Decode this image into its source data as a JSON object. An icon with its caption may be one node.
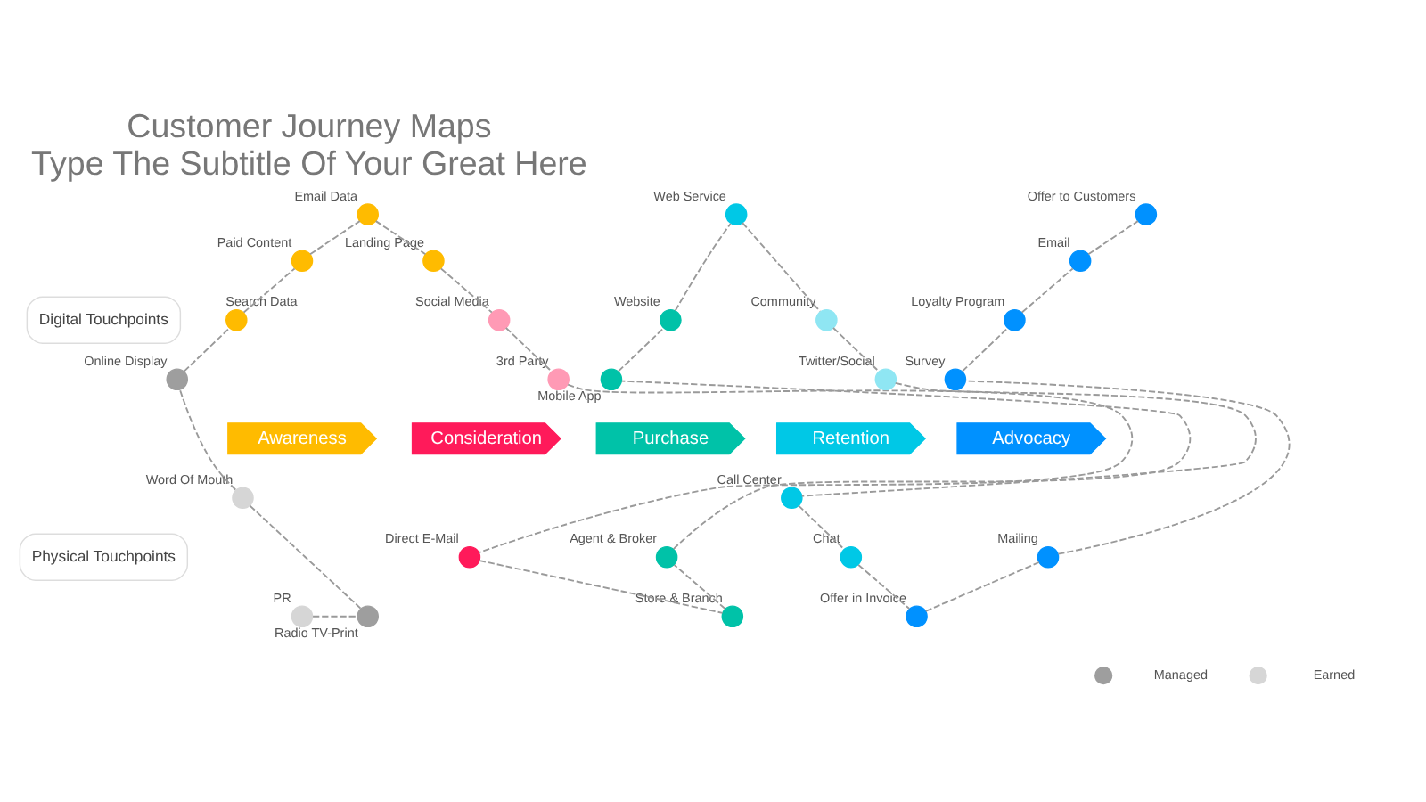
{
  "diagram": {
    "title": "Customer Journey Maps",
    "nodes": [
      {
        "text": [
          "Digital Touchpoints"
        ]
      },
      {
        "text": [
          "Physical Touchpoints"
        ]
      },
      {
        "text": [
          "Awareness"
        ]
      },
      {
        "text": [
          "Consideration"
        ]
      },
      {
        "text": [
          "Purchase"
        ]
      },
      {
        "text": [
          "Retention"
        ]
      },
      {
        "text": [
          "Advocacy"
        ]
      },
      {
        "text": [],
        "shape": "circle",
        "beside": [
          "PR"
        ]
      },
      {
        "text": [],
        "shape": "circle",
        "beside": [
          "Radio TV-Print"
        ]
      },
      {
        "text": [],
        "shape": "circle",
        "beside": [
          "Word Of Mouth"
        ]
      },
      {
        "text": [],
        "shape": "circle",
        "beside": [
          "Online Display"
        ]
      },
      {
        "text": [],
        "shape": "circle",
        "beside": [
          "Search Data"
        ]
      },
      {
        "text": [],
        "shape": "circle",
        "beside": [
          "Paid Content"
        ]
      },
      {
        "text": [],
        "shape": "circle",
        "beside": [
          "Email Data"
        ]
      },
      {
        "text": [],
        "shape": "circle",
        "beside": [
          "Landing Page"
        ]
      },
      {
        "text": [],
        "shape": "circle",
        "beside": [
          "Social Media"
        ]
      },
      {
        "text": [],
        "shape": "circle",
        "beside": [
          "3rd Party"
        ]
      },
      {
        "text": [],
        "shape": "circle",
        "beside": [
          "Direct E-Mail"
        ]
      },
      {
        "text": [],
        "shape": "circle",
        "beside": [
          "Store & Branch"
        ]
      },
      {
        "text": [],
        "shape": "circle",
        "beside": [
          "Agent & Broker"
        ]
      },
      {
        "text": [],
        "shape": "circle",
        "beside": [
          "Mobile App"
        ]
      },
      {
        "text": [],
        "shape": "circle",
        "beside": [
          "Website"
        ]
      },
      {
        "text": [],
        "shape": "circle",
        "beside": [
          "Web Service"
        ]
      },
      {
        "text": [],
        "shape": "circle",
        "beside": [
          "Community"
        ]
      },
      {
        "text": [],
        "shape": "circle",
        "beside": [
          "Twitter/Social"
        ]
      },
      {
        "text": [],
        "shape": "circle",
        "beside": [
          "Call Center"
        ]
      },
      {
        "text": [],
        "shape": "circle",
        "beside": [
          "Chat"
        ]
      },
      {
        "text": [],
        "shape": "circle",
        "beside": [
          "Offer in Invoice"
        ]
      },
      {
        "text": [],
        "shape": "circle",
        "beside": [
          "Mailing"
        ]
      },
      {
        "text": [],
        "shape": "circle",
        "beside": [
          "Survey"
        ]
      },
      {
        "text": [],
        "shape": "circle",
        "beside": [
          "Loyalty Program"
        ]
      },
      {
        "text": [],
        "shape": "circle",
        "beside": [
          "Email"
        ]
      },
      {
        "text": [],
        "shape": "circle",
        "beside": [
          "Offer to Customers"
        ]
      }
    ],
    "edges": [
      {
        "from": 7,
        "to": 8,
        "arrow": "none",
        "style": "dashed"
      },
      {
        "from": 8,
        "to": 9,
        "arrow": "none",
        "style": "dashed"
      },
      {
        "from": 9,
        "to": 10,
        "arrow": "none",
        "style": "dashed"
      },
      {
        "from": 10,
        "to": 11,
        "arrow": "none",
        "style": "dashed"
      },
      {
        "from": 11,
        "to": 12,
        "arrow": "none",
        "style": "dashed"
      },
      {
        "from": 12,
        "to": 13,
        "arrow": "none",
        "style": "dashed"
      },
      {
        "from": 13,
        "to": 14,
        "arrow": "none",
        "style": "dashed"
      },
      {
        "from": 14,
        "to": 15,
        "arrow": "none",
        "style": "dashed"
      },
      {
        "from": 15,
        "to": 16,
        "arrow": "none",
        "style": "dashed"
      },
      {
        "from": 16,
        "to": 17,
        "arrow": "none",
        "style": "dashed"
      },
      {
        "from": 17,
        "to": 18,
        "arrow": "none",
        "style": "dashed"
      },
      {
        "from": 18,
        "to": 19,
        "arrow": "none",
        "style": "dashed"
      },
      {
        "from": 19,
        "to": 20,
        "arrow": "none",
        "style": "dashed"
      },
      {
        "from": 20,
        "to": 21,
        "arrow": "none",
        "style": "dashed"
      },
      {
        "from": 21,
        "to": 22,
        "arrow": "none",
        "style": "dashed"
      },
      {
        "from": 22,
        "to": 23,
        "arrow": "none",
        "style": "dashed"
      },
      {
        "from": 23,
        "to": 24,
        "arrow": "none",
        "style": "dashed"
      },
      {
        "from": 24,
        "to": 25,
        "arrow": "none",
        "style": "dashed"
      },
      {
        "from": 25,
        "to": 26,
        "arrow": "none",
        "style": "dashed"
      },
      {
        "from": 26,
        "to": 27,
        "arrow": "none",
        "style": "dashed"
      },
      {
        "from": 27,
        "to": 28,
        "arrow": "none",
        "style": "dashed"
      },
      {
        "from": 28,
        "to": 29,
        "arrow": "none",
        "style": "dashed"
      },
      {
        "from": 29,
        "to": 30,
        "arrow": "none",
        "style": "dashed"
      },
      {
        "from": 30,
        "to": 31,
        "arrow": "none",
        "style": "dashed"
      },
      {
        "from": 31,
        "to": 32,
        "arrow": "none",
        "style": "dashed"
      }
    ],
    "labels": [
      "Type The Subtitle Of Your Great Here"
    ],
    "legend": [
      {
        "text": "Managed"
      },
      {
        "text": "Earned"
      }
    ]
  }
}
